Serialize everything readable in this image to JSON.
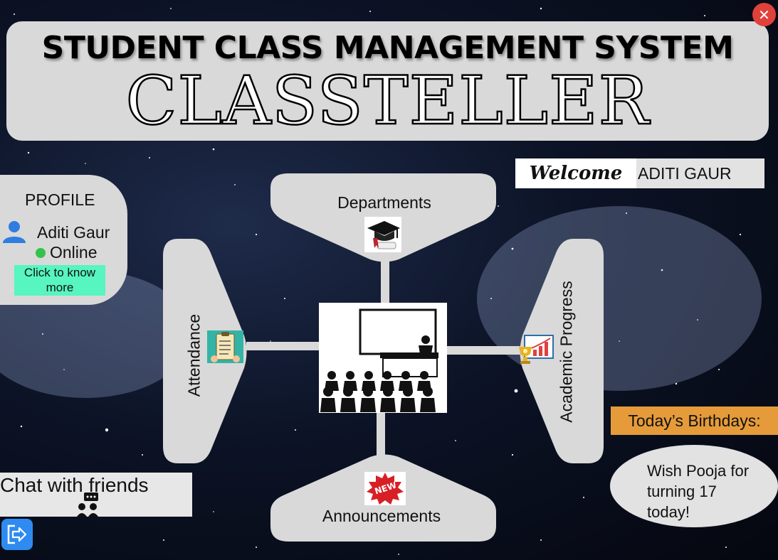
{
  "header": {
    "title": "STUDENT CLASS MANAGEMENT SYSTEM",
    "app_name": "CLASSTELLER"
  },
  "window": {
    "close_glyph": "✕"
  },
  "welcome": {
    "script_text": "Welcome",
    "user_name": "ADITI GAUR"
  },
  "profile": {
    "title": "PROFILE",
    "name": "Aditi Gaur",
    "status": "Online",
    "know_more_label": "Click to know more"
  },
  "nav": {
    "departments": "Departments",
    "attendance": "Attendance",
    "academic_progress": "Academic Progress",
    "announcements": "Announcements",
    "new_badge": "NEW"
  },
  "chat": {
    "label": "Chat with friends"
  },
  "birthdays": {
    "header": "Today’s Birthdays:",
    "message": "Wish Pooja for turning 17 today!"
  },
  "icons": {
    "close": "close-icon",
    "user": "user-icon",
    "graduation": "graduation-cap-icon",
    "clipboard": "clipboard-icon",
    "trophy_chart": "trophy-chart-icon",
    "classroom": "classroom-icon",
    "new_badge": "new-badge-icon",
    "chat": "chat-icon",
    "logout": "logout-icon"
  },
  "colors": {
    "panel": "#d9d9d9",
    "accent_mint": "#57f5c0",
    "birthday_orange": "#e69b3a",
    "close_red": "#e0413a",
    "logout_blue": "#2f8bf0",
    "online_green": "#33c24a"
  }
}
